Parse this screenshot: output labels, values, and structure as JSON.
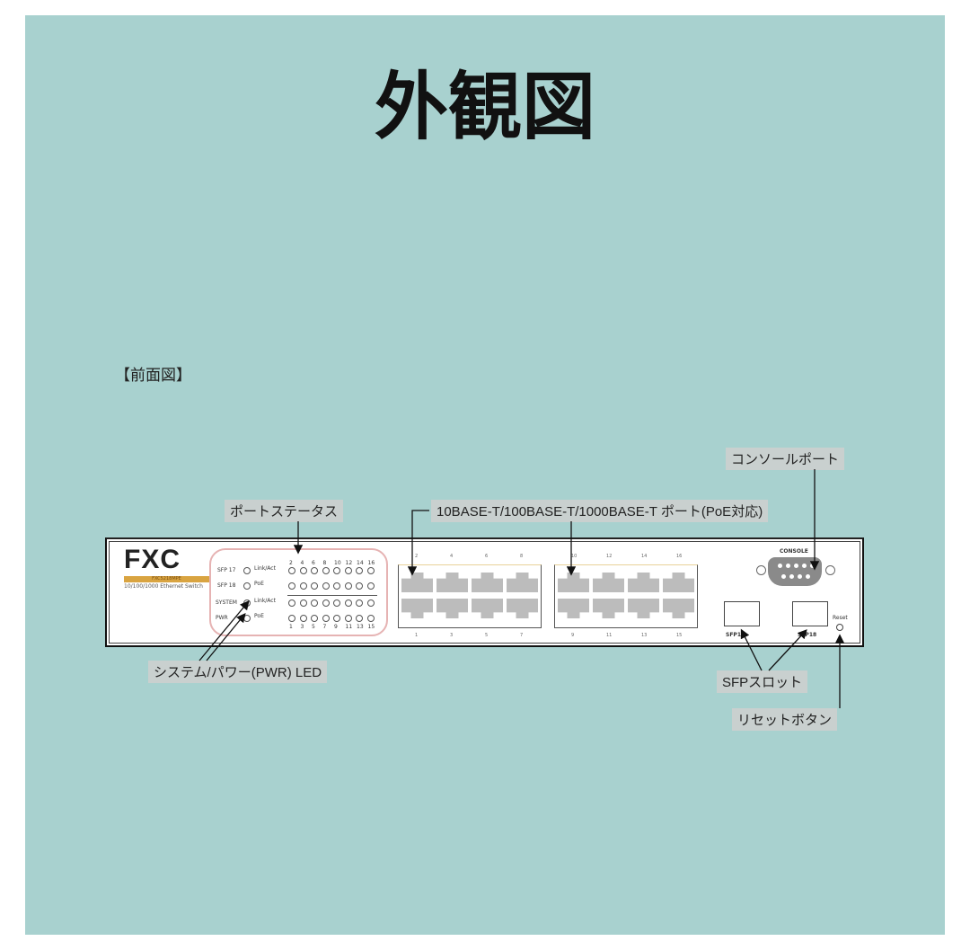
{
  "title": "外観図",
  "section": "【前面図】",
  "callouts": {
    "port_status": "ポートステータス",
    "ethernet_ports": "10BASE-T/100BASE-T/1000BASE-T ポート(PoE対応)",
    "console_port": "コンソールポート",
    "system_power_led": "システム/パワー(PWR) LED",
    "sfp_slot": "SFPスロット",
    "reset_button": "リセットボタン"
  },
  "device": {
    "brand": "FXC",
    "model": "FXC5218MPE",
    "subtitle": "10/100/1000 Ethernet Switch",
    "led_labels": [
      "SFP 17",
      "SFP 18",
      "SYSTEM",
      "PWR"
    ],
    "led_types": [
      "Link/Act",
      "PoE",
      "Link/Act",
      "PoE"
    ],
    "top_led_numbers": [
      "2",
      "4",
      "6",
      "8",
      "10",
      "12",
      "14",
      "16"
    ],
    "bottom_led_numbers": [
      "1",
      "3",
      "5",
      "7",
      "9",
      "11",
      "13",
      "15"
    ],
    "port_top_numbers": [
      "2",
      "4",
      "6",
      "8",
      "10",
      "12",
      "14",
      "16"
    ],
    "port_bottom_numbers": [
      "1",
      "3",
      "5",
      "7",
      "9",
      "11",
      "13",
      "15"
    ],
    "console_label": "CONSOLE",
    "sfp_labels": [
      "SFP17",
      "SFP18"
    ],
    "reset_label": "Reset"
  },
  "colors": {
    "background": "#a8d1cf",
    "label_bg": "#c9d0cf",
    "model_bar": "#d9a441",
    "led_frame": "#e6b3b3"
  }
}
